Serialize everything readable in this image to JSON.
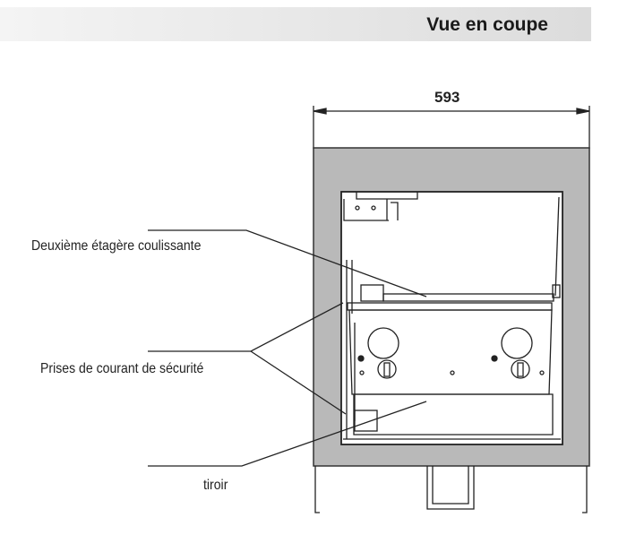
{
  "header": {
    "title": "Vue en coupe"
  },
  "dimension": {
    "width_label": "593"
  },
  "callouts": [
    {
      "label": "Deuxième étagère coulissante"
    },
    {
      "label": "Prises de courant de sécurité"
    },
    {
      "label": "tiroir"
    }
  ]
}
